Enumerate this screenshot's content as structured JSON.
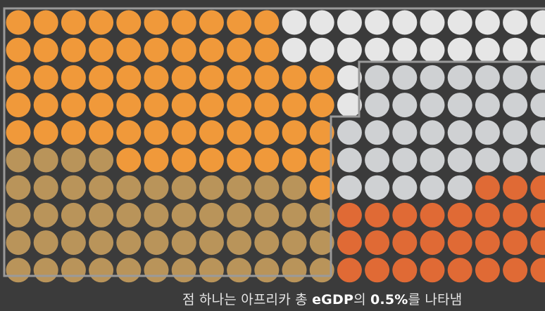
{
  "chart_data": {
    "type": "waffle",
    "grid": {
      "rows": 10,
      "cols_visible": 20
    },
    "colors": {
      "background": "#3b3b3b",
      "outline": "#9a9a9a",
      "orange": "#f0993a",
      "tan": "#b9945a",
      "white": "#e6e6e6",
      "light_gray": "#cfd1d3",
      "red_orange": "#e06a35"
    },
    "rows": [
      "OOOOOOOOOOWWWWWWWWWW",
      "OOOOOOOOOOWWWWWWWWWW",
      "OOOOOOOOOOOOWGGGGGGG",
      "OOOOOOOOOOOOWGGGGGGG",
      "OOOOOOOOOOOOGGGGGGGG",
      "TTTTOOOOOOOOGGGGGGGG",
      "TTTTTTTTTTTOGGGGGRRR",
      "TTTTTTTTTTTTRRRRRRRR",
      "TTTTTTTTTTTTRRRRRRRR",
      "TTTTTTTTTTTTRRRRRRRR"
    ],
    "unit_note": "점 하나는 아프리카 총 eGDP의 0.5%를 나타냄"
  },
  "caption": {
    "part1": "점 하나는 아프리카 총 ",
    "part2": "eGDP",
    "part3": "의 ",
    "part4": "0.5%",
    "part5": "를 나타냄"
  }
}
